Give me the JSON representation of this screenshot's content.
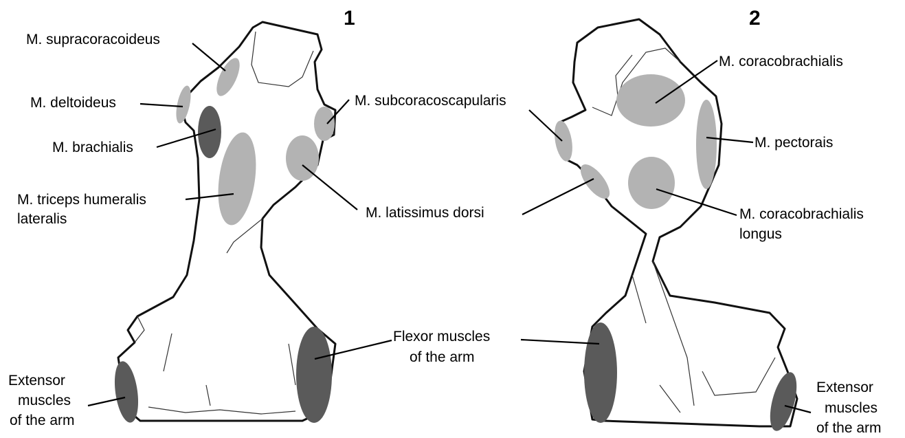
{
  "views": [
    {
      "number": "1"
    },
    {
      "number": "2"
    }
  ],
  "labels": {
    "supracoracoideus": "M. supracoracoideus",
    "deltoideus": "M. deltoideus",
    "brachialis": "M. brachialis",
    "triceps_line1": "M. triceps humeralis",
    "triceps_line2": "lateralis",
    "subcoracoscapularis": "M. subcoracoscapularis",
    "latissimus": "M. latissimus dorsi",
    "coracobrachialis": "M. coracobrachialis",
    "pectorais": "M. pectorais",
    "coracobrachialis_longus_line1": "M. coracobrachialis",
    "coracobrachialis_longus_line2": "longus",
    "flexor_line1": "Flexor muscles",
    "flexor_line2": "of the arm",
    "extensor_left": [
      "Extensor",
      "muscles",
      "of the arm"
    ],
    "extensor_right": [
      "Extensor",
      "muscles",
      "of the arm"
    ]
  },
  "colors": {
    "light_muscle": "#b3b3b3",
    "dark_muscle": "#5a5a5a",
    "outline": "#111111"
  }
}
